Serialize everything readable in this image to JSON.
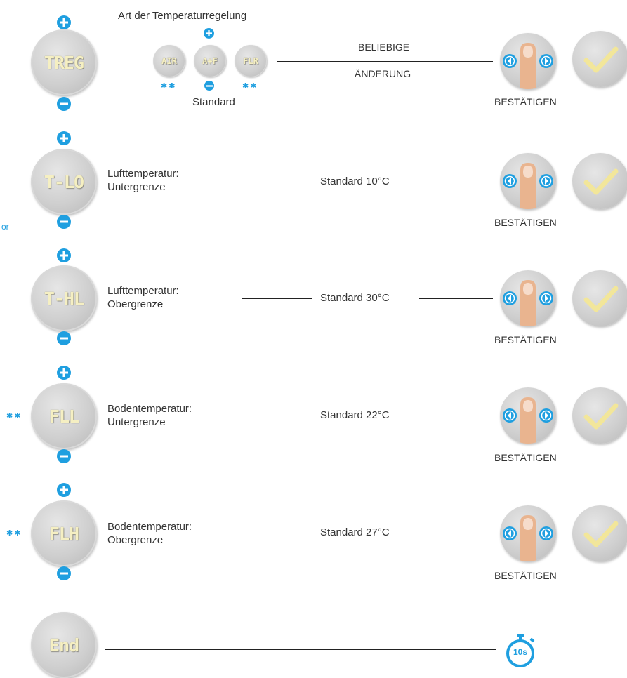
{
  "top": {
    "heading": "Art der Temperaturregelung",
    "mode_options": [
      "AIR",
      "A+F",
      "FLR"
    ],
    "standard_label": "Standard",
    "change_top": "BELIEBIGE",
    "change_bottom": "ÄNDERUNG",
    "stars": "✱✱"
  },
  "rows": [
    {
      "code": "TREG",
      "confirm": "BESTÄTIGEN"
    },
    {
      "code": "T-LO",
      "label1": "Lufttemperatur:",
      "label2": "Untergrenze",
      "value": "Standard 10°C",
      "confirm": "BESTÄTIGEN"
    },
    {
      "code": "T-HL",
      "label1": "Lufttemperatur:",
      "label2": "Obergrenze",
      "value": "Standard 30°C",
      "confirm": "BESTÄTIGEN"
    },
    {
      "code": "FLL",
      "label1": "Bodentemperatur:",
      "label2": "Untergrenze",
      "value": "Standard 22°C",
      "confirm": "BESTÄTIGEN",
      "stars": "✱✱"
    },
    {
      "code": "FLH",
      "label1": "Bodentemperatur:",
      "label2": "Obergrenze",
      "value": "Standard 27°C",
      "confirm": "BESTÄTIGEN",
      "stars": "✱✱"
    }
  ],
  "end": {
    "code": "End",
    "timer": "10s"
  },
  "side_fragment": "or",
  "colors": {
    "accent": "#1f9fe0",
    "display_text": "#f5efc2",
    "check": "#f2e69a"
  }
}
